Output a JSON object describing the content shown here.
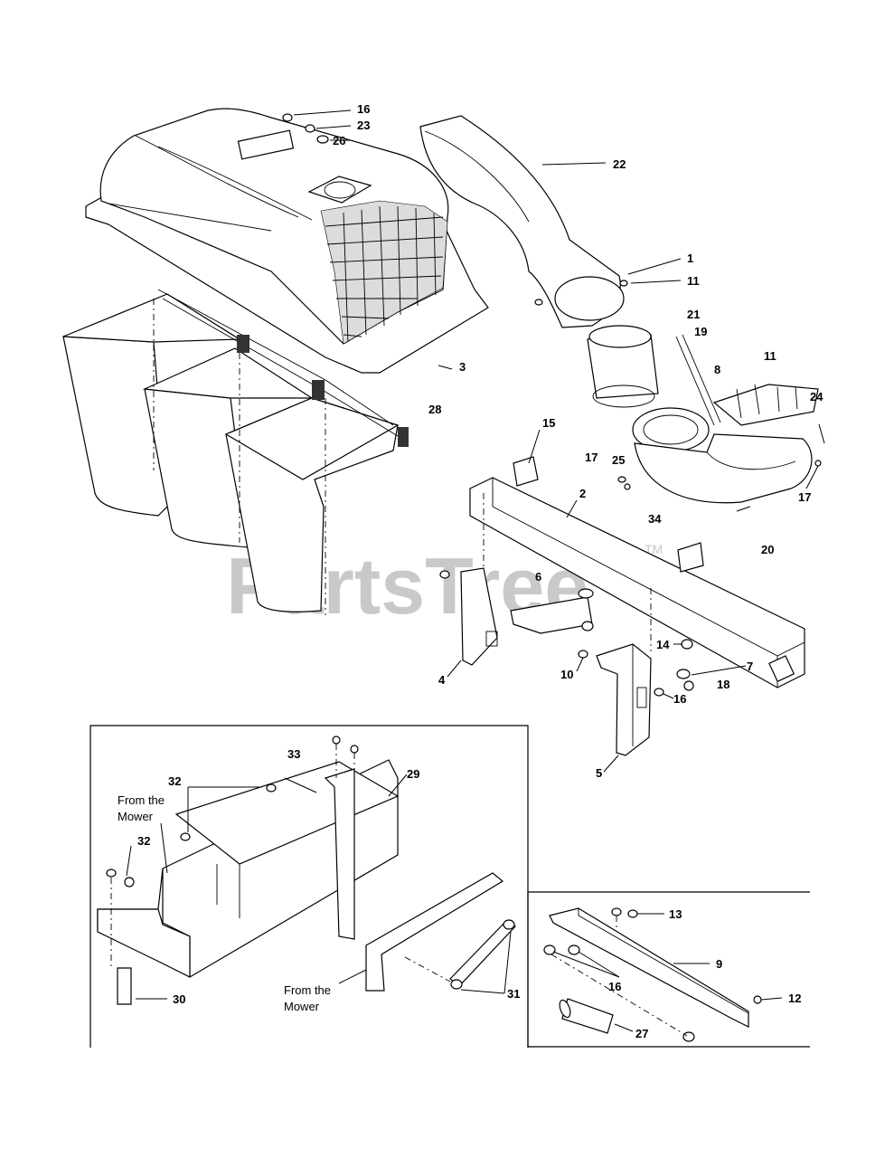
{
  "watermark": {
    "brand": "PartsTree",
    "trademark": "TM"
  },
  "callouts": {
    "c16a": "16",
    "c23": "23",
    "c26": "26",
    "c22": "22",
    "c1": "1",
    "c11a": "11",
    "c3": "3",
    "c21": "21",
    "c19": "19",
    "c8": "8",
    "c11b": "11",
    "c28": "28",
    "c24": "24",
    "c15": "15",
    "c17a": "17",
    "c25": "25",
    "c2": "2",
    "c34": "34",
    "c17b": "17",
    "c20": "20",
    "c6": "6",
    "c14": "14",
    "c4": "4",
    "c10": "10",
    "c7": "7",
    "c18": "18",
    "c16b": "16",
    "c5": "5",
    "c33": "33",
    "c29": "29",
    "c32a": "32",
    "c32b": "32",
    "c30": "30",
    "c31": "31",
    "c13": "13",
    "c9": "9",
    "c16c": "16",
    "c12": "12",
    "c27": "27"
  },
  "captions": {
    "from_mower_1_line1": "From the",
    "from_mower_1_line2": "Mower",
    "from_mower_2_line1": "From the",
    "from_mower_2_line2": "Mower"
  }
}
